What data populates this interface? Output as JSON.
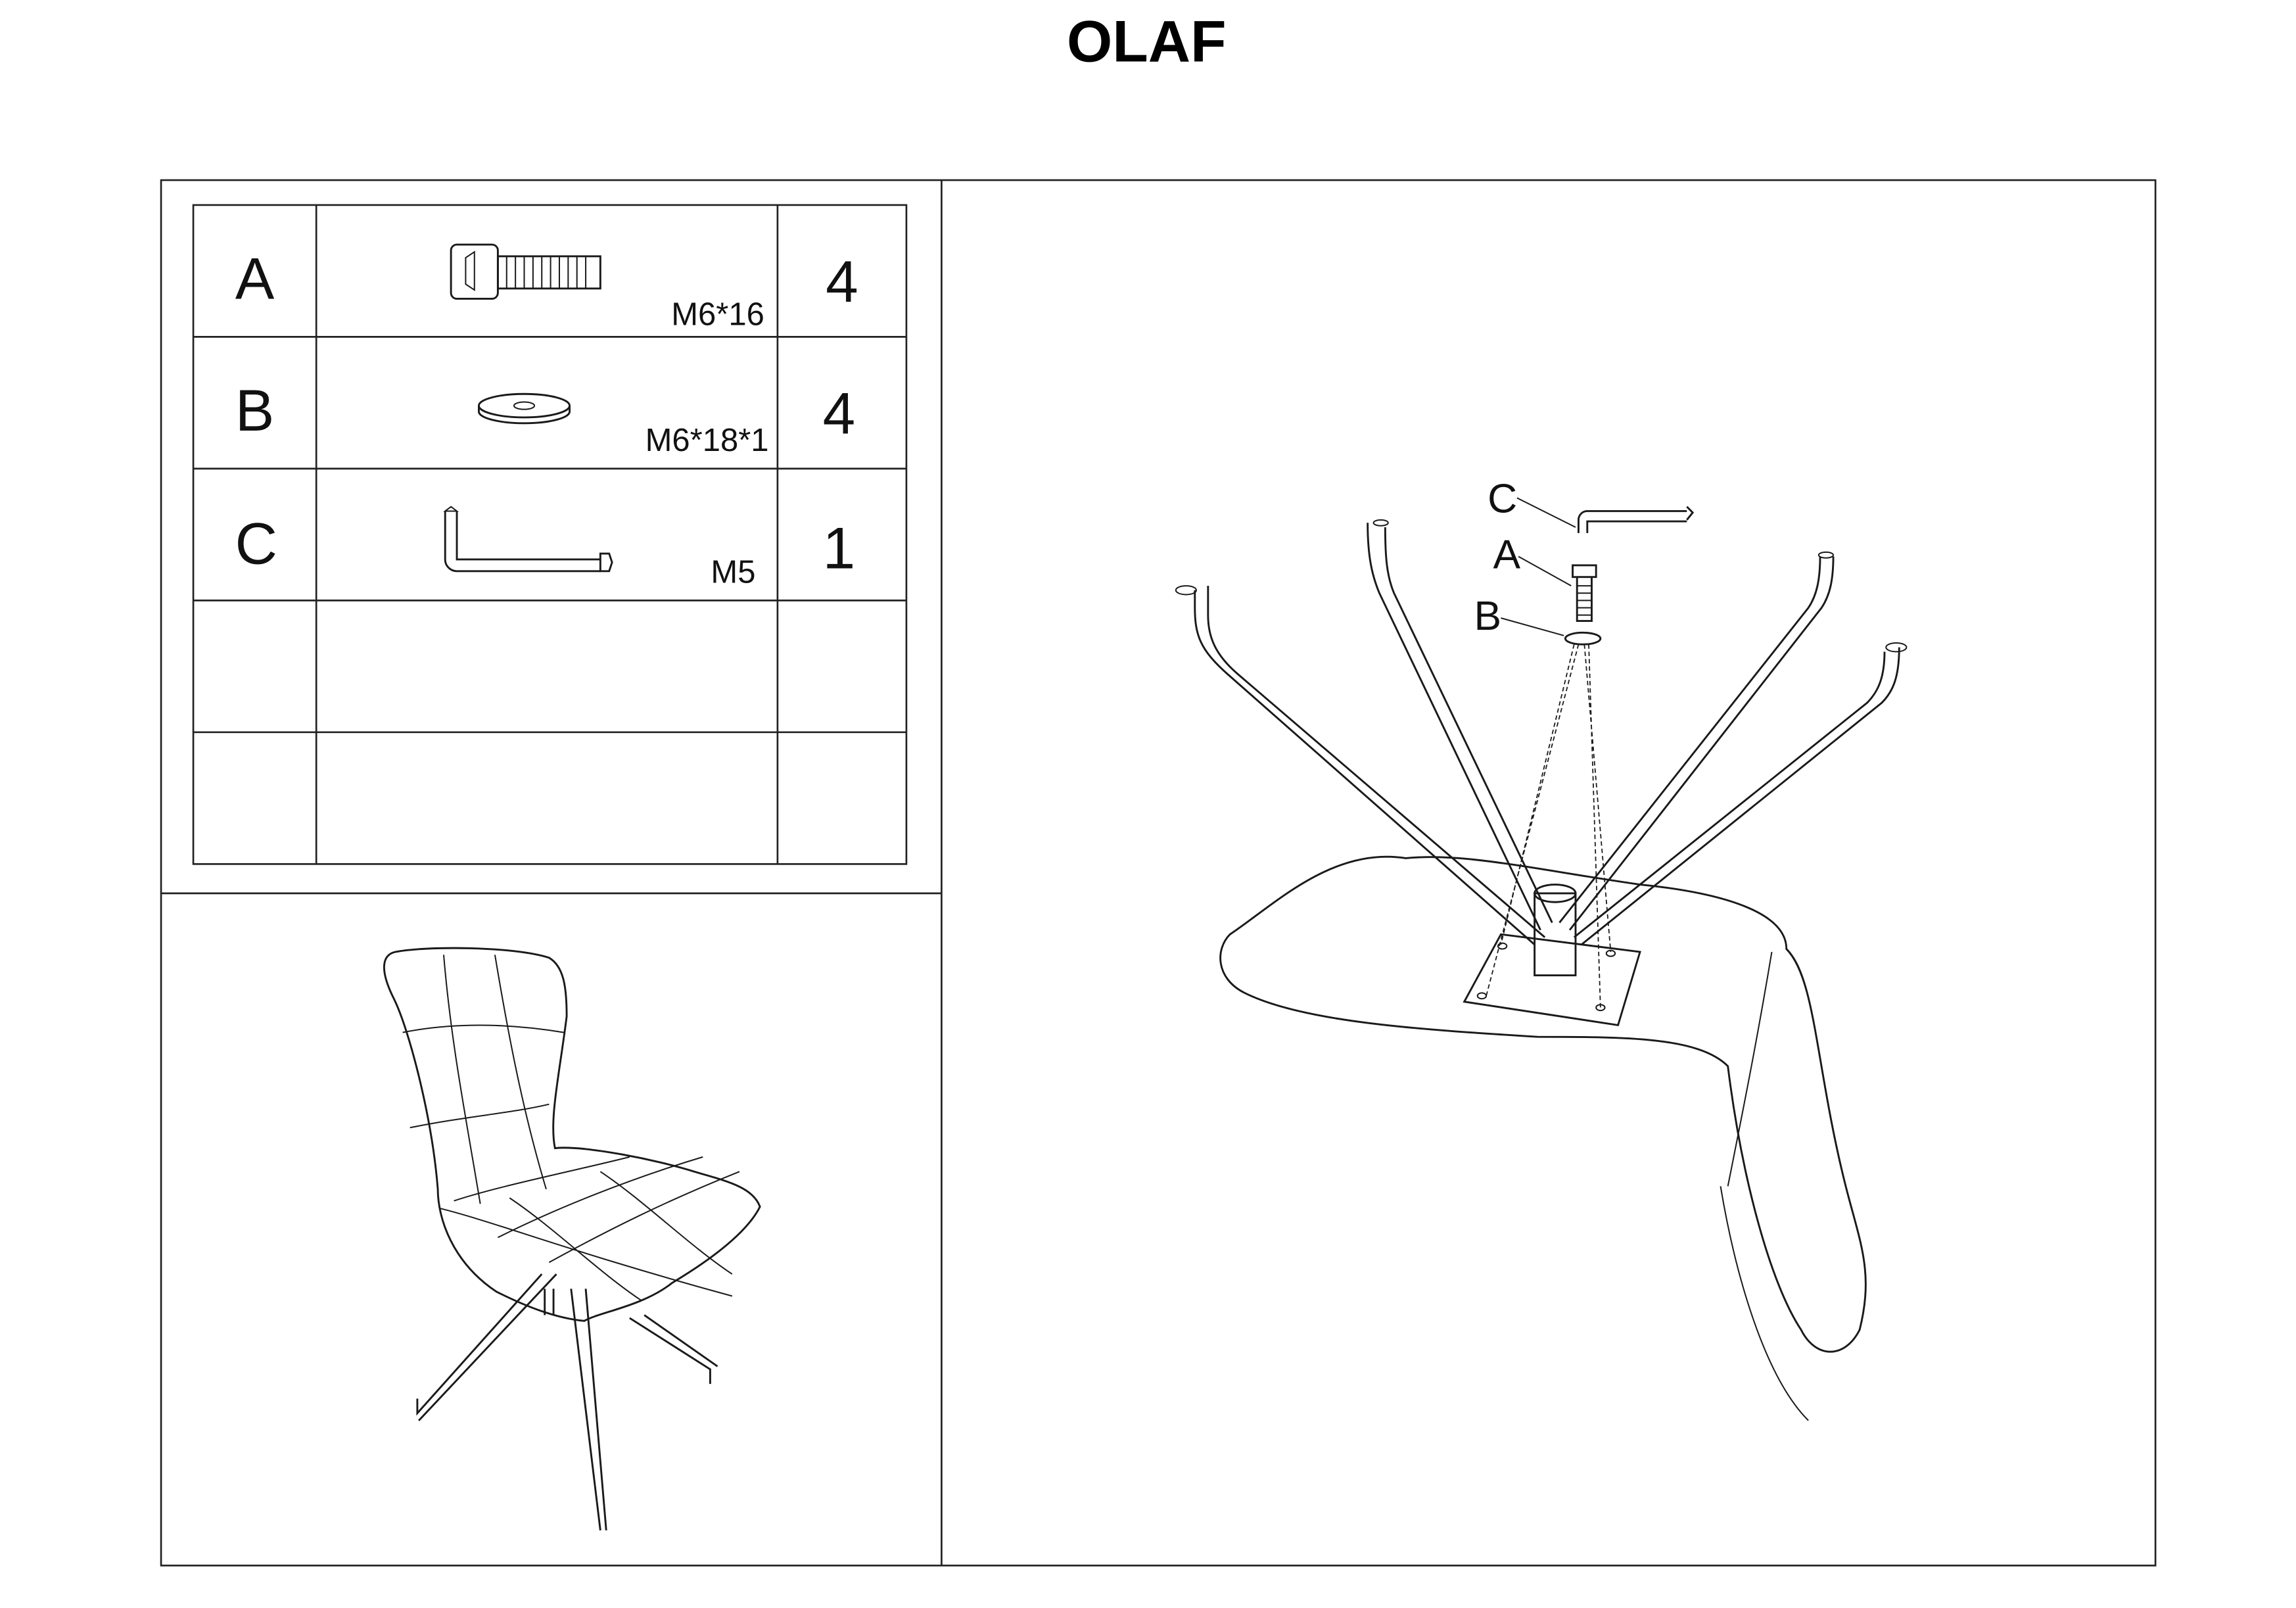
{
  "title": "OLAF",
  "parts": [
    {
      "letter": "A",
      "icon": "bolt-icon",
      "spec": "M6*16",
      "qty": "4"
    },
    {
      "letter": "B",
      "icon": "washer-icon",
      "spec": "M6*18*1",
      "qty": "4"
    },
    {
      "letter": "C",
      "icon": "allen-key-icon",
      "spec": "M5",
      "qty": "1"
    }
  ],
  "assembly": {
    "callouts": [
      "C",
      "A",
      "B"
    ]
  },
  "colors": {
    "line": "#1a1a1a",
    "background": "#ffffff"
  }
}
